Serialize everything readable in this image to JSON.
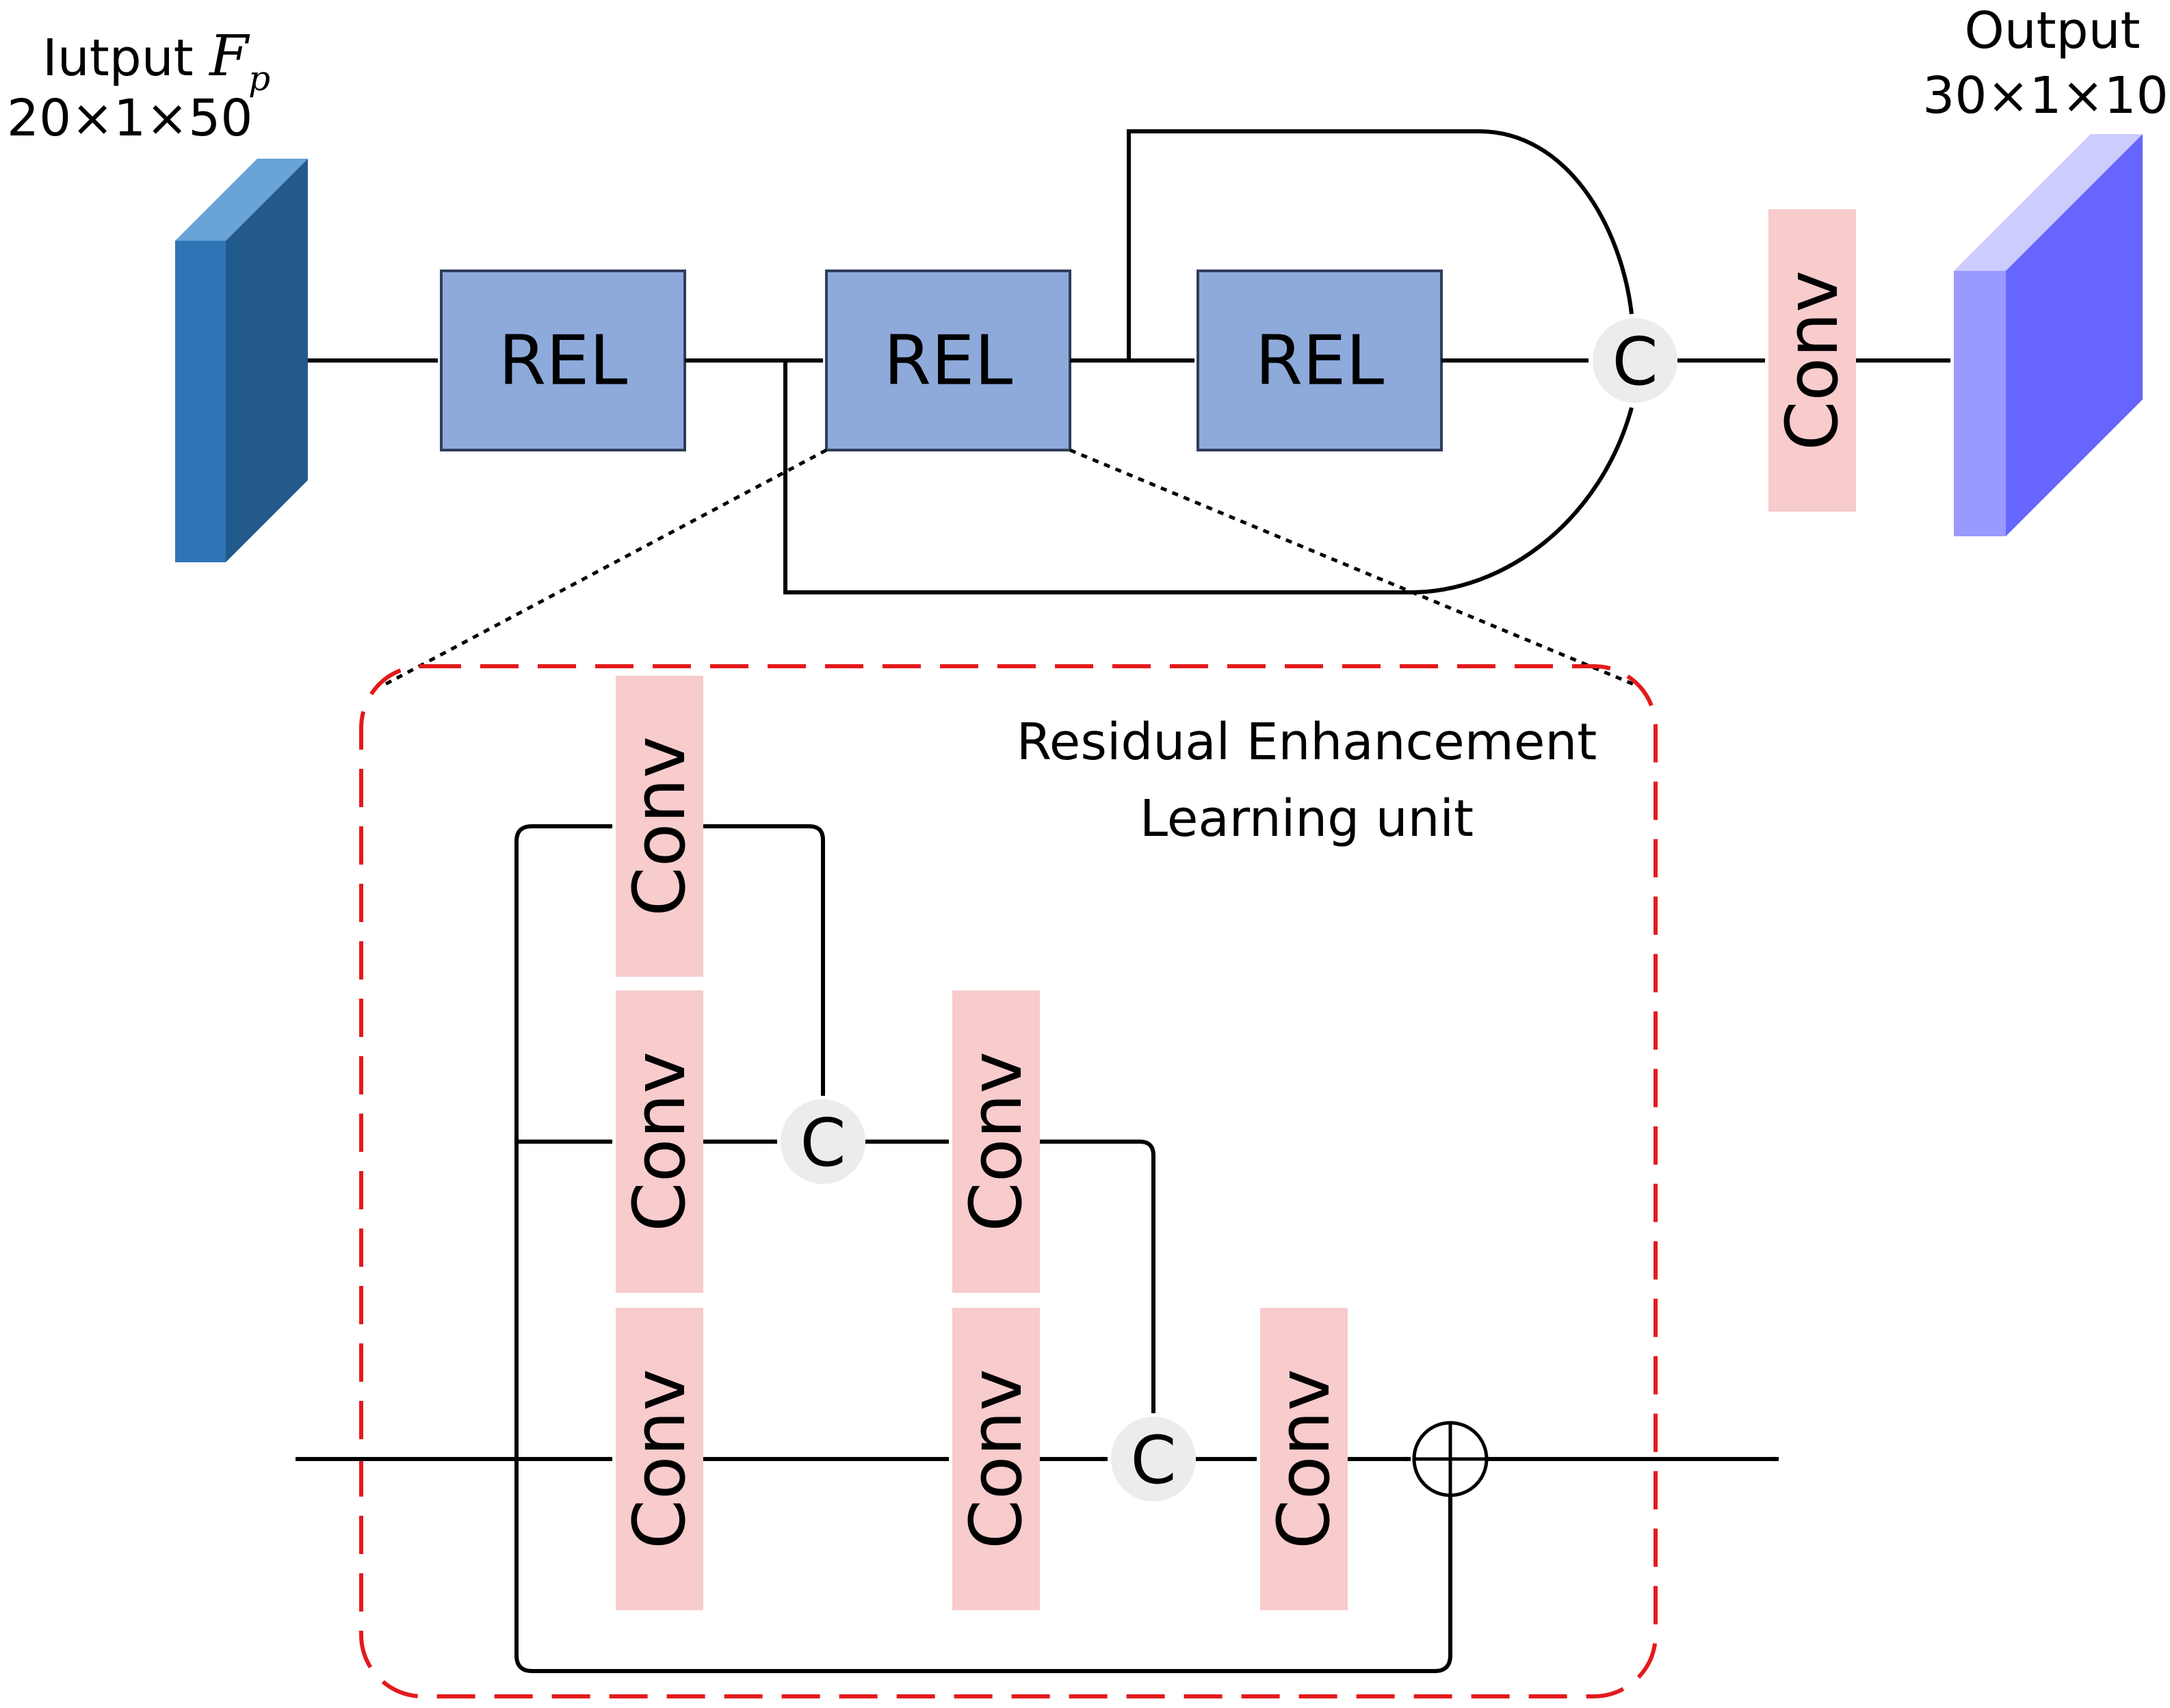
{
  "input": {
    "prefix": "Iutput ",
    "symbol": "F",
    "subscript": "p",
    "dims": "20×1×50"
  },
  "output": {
    "label": "Output",
    "dims": "30×1×10"
  },
  "main": {
    "rel_labels": [
      "REL",
      "REL",
      "REL"
    ],
    "concat_label": "C",
    "conv_label": "Conv"
  },
  "unit": {
    "title_line1": "Residual Enhancement",
    "title_line2": "Learning unit",
    "conv_label": "Conv",
    "concat_label": "C"
  },
  "colors": {
    "input_front": "#2e74b5",
    "input_side": "#235a8c",
    "input_top": "#69a3d8",
    "rel_fill": "#8eaadb",
    "rel_stroke": "#2f3d5c",
    "conv_fill": "#f8cbcc",
    "concat_fill": "#ececec",
    "output_front": "#9999ff",
    "output_side": "#6666ff",
    "output_top": "#ccccff",
    "dashed_border": "#e31a1c"
  }
}
